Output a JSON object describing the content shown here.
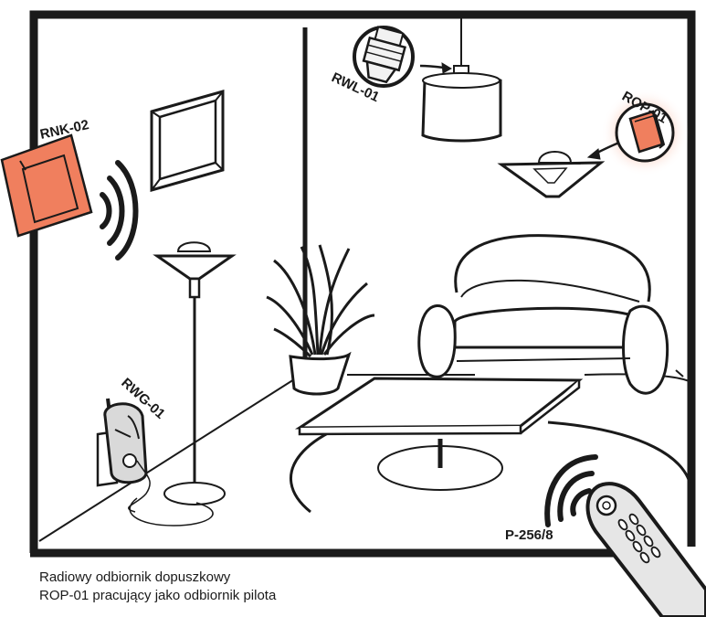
{
  "devices": {
    "rnk": {
      "label": "RNK-02"
    },
    "rwl": {
      "label": "RWL-01"
    },
    "rop": {
      "label": "ROP-01"
    },
    "rwg": {
      "label": "RWG-01"
    },
    "remote": {
      "label": "P-256/8"
    }
  },
  "caption": {
    "line1": "Radiowy odbiornik dopuszkowy",
    "line2": "ROP-01 pracujący jako odbiornik pilota"
  },
  "colors": {
    "highlight": "#f07f5e",
    "highlight_glow": "#f9b9a3",
    "outline": "#1a1a1a",
    "remote_body": "#e6e6e6"
  }
}
